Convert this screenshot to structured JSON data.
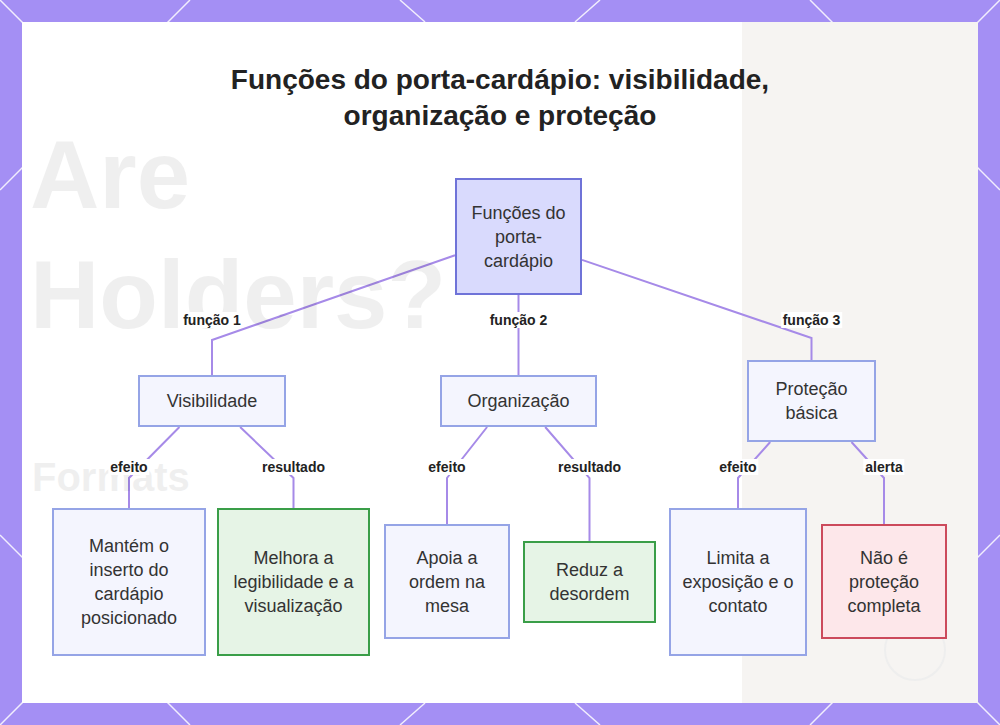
{
  "diagram": {
    "title": "Funções do porta-cardápio: visibilidade, organização e proteção",
    "nodes": [
      {
        "text": [
          "Funções do porta-cardápio"
        ]
      },
      {
        "text": [
          "Visibilidade"
        ]
      },
      {
        "text": [
          "Organização"
        ]
      },
      {
        "text": [
          "Proteção básica"
        ]
      },
      {
        "text": [
          "Mantém o inserto do cardápio posicionado"
        ]
      },
      {
        "text": [
          "Melhora a legibilidade e a visualização"
        ]
      },
      {
        "text": [
          "Apoia a ordem na mesa"
        ]
      },
      {
        "text": [
          "Reduz a desordem"
        ]
      },
      {
        "text": [
          "Limita a exposição e o contato"
        ]
      },
      {
        "text": [
          "Não é proteção completa"
        ]
      }
    ],
    "edges": [
      {
        "from": 0,
        "to": 1,
        "label": "função 1",
        "arrow": "none"
      },
      {
        "from": 0,
        "to": 2,
        "label": "função 2",
        "arrow": "none"
      },
      {
        "from": 0,
        "to": 3,
        "label": "função 3",
        "arrow": "none"
      },
      {
        "from": 1,
        "to": 4,
        "label": "efeito",
        "arrow": "none"
      },
      {
        "from": 1,
        "to": 5,
        "label": "resultado",
        "arrow": "none"
      },
      {
        "from": 2,
        "to": 6,
        "label": "efeito",
        "arrow": "none"
      },
      {
        "from": 2,
        "to": 7,
        "label": "resultado",
        "arrow": "none"
      },
      {
        "from": 3,
        "to": 8,
        "label": "efeito",
        "arrow": "none"
      },
      {
        "from": 3,
        "to": 9,
        "label": "alerta",
        "arrow": "none"
      }
    ],
    "labels": [
      "Are",
      "Holders?",
      "Formats"
    ]
  }
}
